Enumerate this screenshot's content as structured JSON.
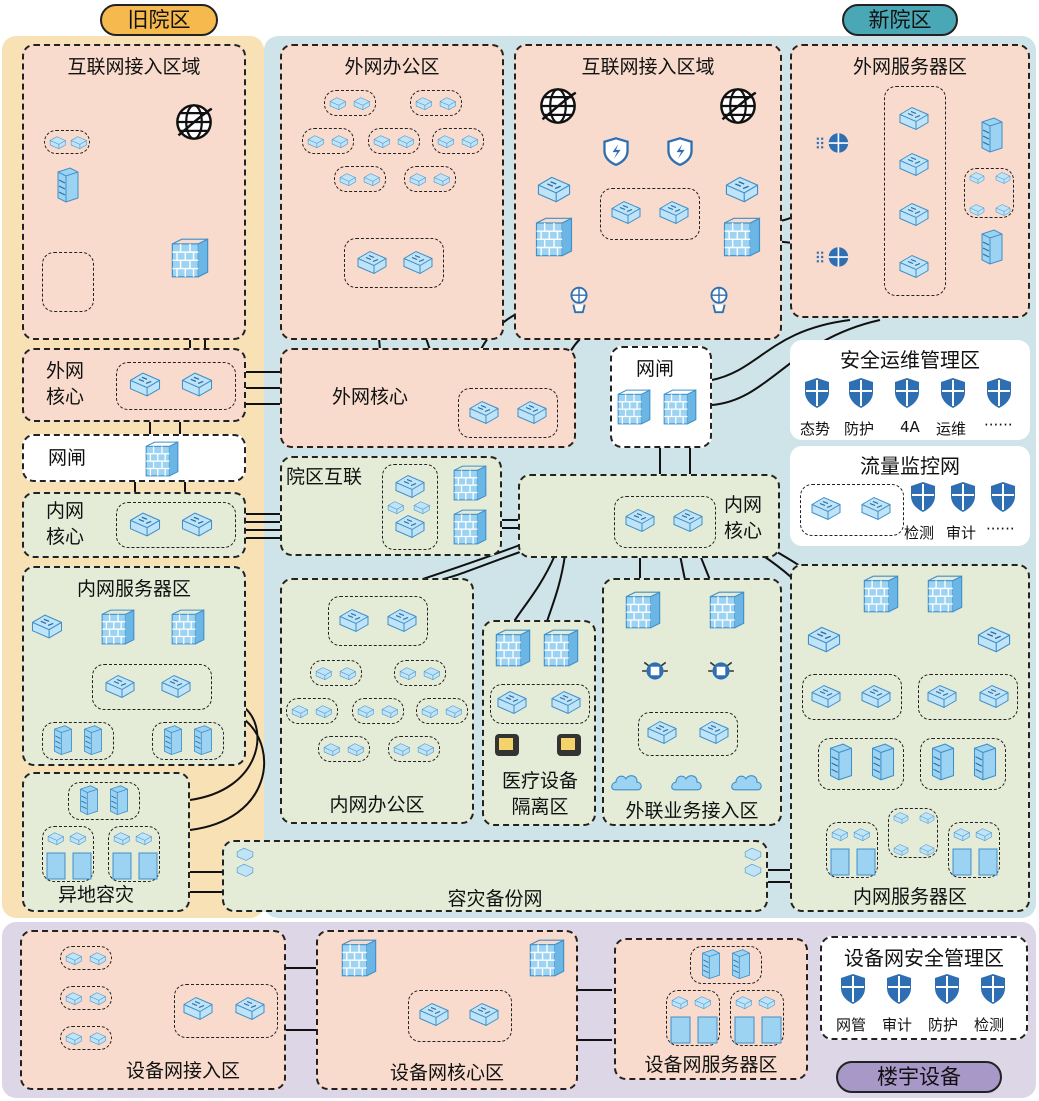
{
  "regions": {
    "old": "旧院区",
    "new": "新院区",
    "building": "楼宇设备"
  },
  "zones": {
    "old_inet": "互联网接入区域",
    "wan_core_old": "外网\n核心",
    "gap_old": "网闸",
    "lan_core_old": "内网\n核心",
    "lan_srv_old": "内网服务器区",
    "offsite_dr": "异地容灾",
    "wan_office": "外网办公区",
    "new_inet": "互联网接入区域",
    "wan_srv": "外网服务器区",
    "wan_core_new": "外网核心",
    "gap_new": "网闸",
    "sec_ops": "安全运维管理区",
    "traffic_mon": "流量监控网",
    "campus_link": "院区互联",
    "lan_core_new": "内网\n核心",
    "lan_office": "内网办公区",
    "medical_iso": "医疗设备\n隔离区",
    "ext_access": "外联业务接入区",
    "lan_srv_new": "内网服务器区",
    "dr_backup": "容灾备份网",
    "dev_access": "设备网接入区",
    "dev_core": "设备网核心区",
    "dev_srv": "设备网服务器区",
    "dev_sec": "设备网安全管理区"
  },
  "sec_ops_items": [
    "态势",
    "防护",
    "4A",
    "运维",
    "······"
  ],
  "traffic_items": [
    "检测",
    "审计",
    "······"
  ],
  "dev_sec_items": [
    "网管",
    "审计",
    "防护",
    "检测"
  ],
  "colors": {
    "old_bg": "#f8e1b4",
    "new_bg": "#cfe4e8",
    "building_bg": "#ddd6e6",
    "peach": "#f8dbcc",
    "mint": "#e4ecd8",
    "device": "#7ec4ea",
    "device_dark": "#3f8fc8",
    "shield": "#2e6fb3",
    "old_pill": "#f5b94e",
    "new_pill": "#4aa7b5",
    "building_pill": "#a898c8"
  }
}
